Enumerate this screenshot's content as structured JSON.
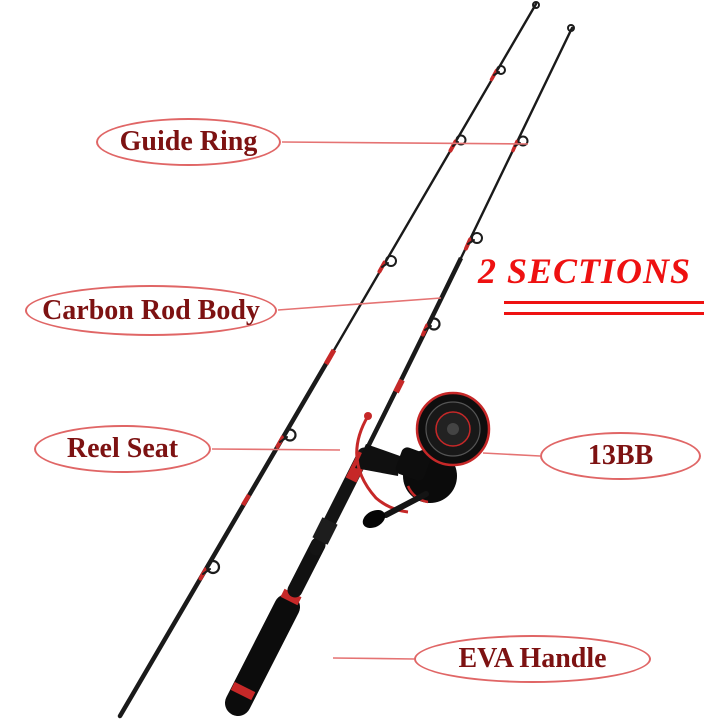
{
  "product_diagram": {
    "heading": "2 SECTIONS",
    "callouts": {
      "guide_ring": "Guide Ring",
      "carbon_rod_body": "Carbon Rod Body",
      "reel_seat": "Reel Seat",
      "bearings": "13BB",
      "eva_handle": "EVA Handle"
    }
  },
  "colors": {
    "background": "#ffffff",
    "callout_text": "#7d1212",
    "callout_border": "#e06666",
    "callout_line": "#e57373",
    "heading_red": "#ee1111",
    "rod_black": "#1a1a1a",
    "accent_red": "#c62828"
  }
}
